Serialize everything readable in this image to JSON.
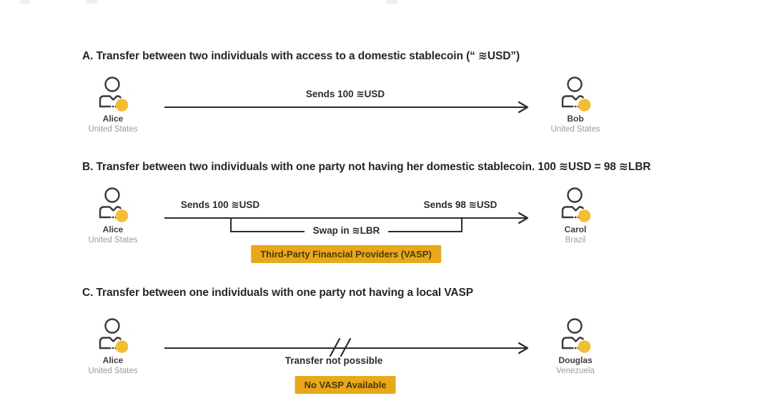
{
  "diagram": {
    "sections": [
      {
        "label": "A",
        "title": "A. Transfer between two individuals with access to a domestic stablecoin (“ ≋USD”)",
        "sender": {
          "name": "Alice",
          "country": "United States"
        },
        "receiver": {
          "name": "Bob",
          "country": "United States"
        },
        "flow_label": "Sends 100 ≋USD"
      },
      {
        "label": "B",
        "title": "B. Transfer between two individuals with one party not having her domestic stablecoin. 100 ≋USD = 98 ≋LBR",
        "sender": {
          "name": "Alice",
          "country": "United States"
        },
        "receiver": {
          "name": "Carol",
          "country": "Brazil"
        },
        "flow_label_left": "Sends 100 ≋USD",
        "flow_label_right": "Sends 98 ≋USD",
        "swap_label": "Swap in ≋LBR",
        "badge": "Third-Party Financial Providers (VASP)"
      },
      {
        "label": "C",
        "title": "C. Transfer between one individuals with one party not having a local VASP",
        "sender": {
          "name": "Alice",
          "country": "United States"
        },
        "receiver": {
          "name": "Douglas",
          "country": "Venezuela"
        },
        "flow_label": "Transfer not possible",
        "badge": "No VASP Available"
      }
    ],
    "colors": {
      "coin_yellow": "#F2BE33",
      "badge_yellow": "#E7A81B",
      "badge_text": "#4A3A07",
      "line_dark": "#2B2B2B",
      "country_gray": "#9B9B9B"
    }
  }
}
